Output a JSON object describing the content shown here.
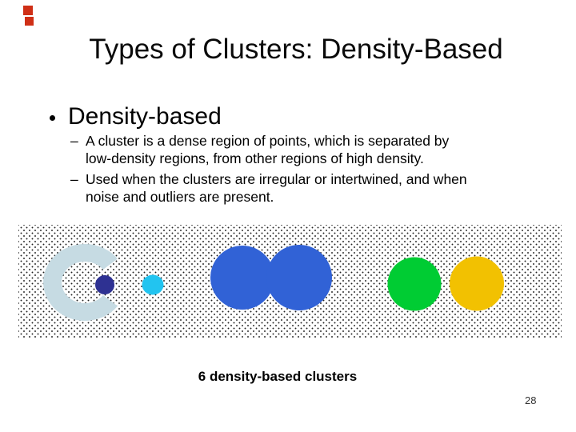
{
  "slide": {
    "title": "Types of Clusters: Density-Based",
    "bullet": {
      "marker": "•",
      "label": "Density-based"
    },
    "sub_bullets": [
      {
        "marker": "–",
        "text": "A cluster is a dense region of points, which is separated by\nlow-density regions, from other regions of high density."
      },
      {
        "marker": "–",
        "text": "Used when the clusters are irregular or intertwined, and when\nnoise and outliers are present."
      }
    ],
    "caption": "6 density-based clusters",
    "page_number": "28",
    "artifact_marks": {
      "color": "#cf2f16",
      "count": 2
    }
  },
  "figure": {
    "cluster_count": 6,
    "background_dot_color": "#222222",
    "clusters": [
      {
        "name": "pale-blue-arc",
        "shape": "open-ring",
        "color": "#c6dbe3"
      },
      {
        "name": "navy-dot",
        "shape": "small-circle",
        "color": "#2e3192"
      },
      {
        "name": "cyan-dot",
        "shape": "small-circle",
        "color": "#22c4f0"
      },
      {
        "name": "blue-blob",
        "shape": "double-circle",
        "color": "#3162d6"
      },
      {
        "name": "green-circle",
        "shape": "circle",
        "color": "#00cc33"
      },
      {
        "name": "gold-circle",
        "shape": "circle",
        "color": "#f2c101"
      }
    ]
  }
}
